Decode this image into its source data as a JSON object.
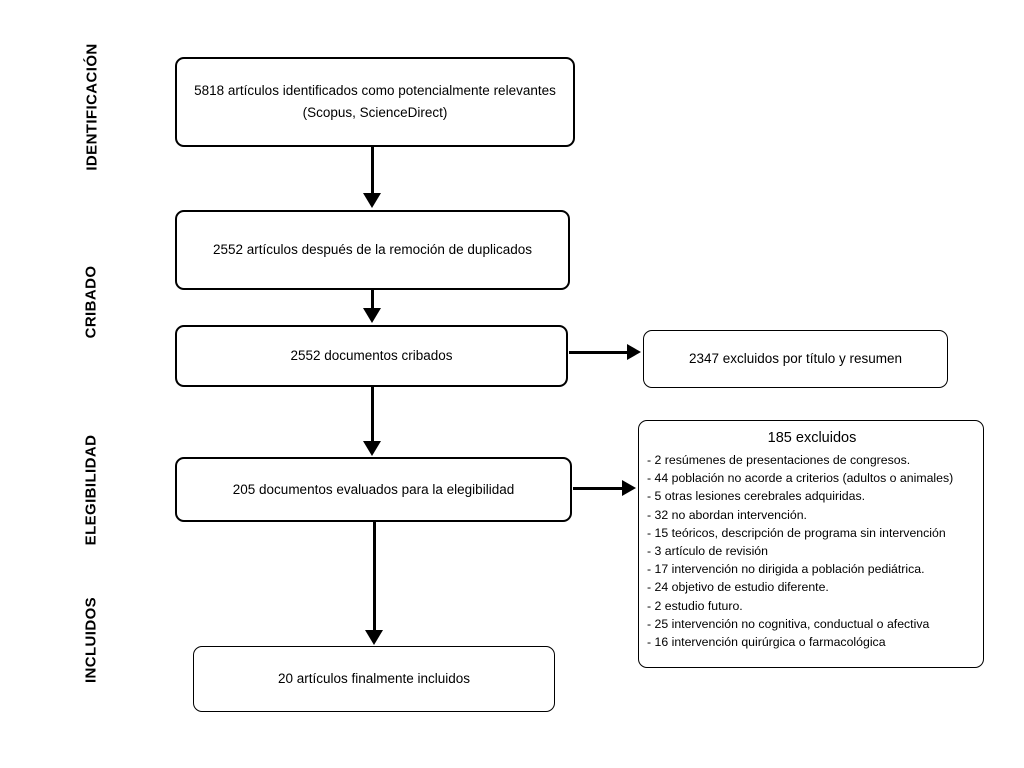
{
  "diagram": {
    "stages": {
      "identification": "IDENTIFICACIÓN",
      "screening": "CRIBADO",
      "eligibility": "ELEGIBILIDAD",
      "included": "INCLUIDOS"
    },
    "boxes": {
      "identified": {
        "line1": "5818 artículos identificados como potencialmente relevantes",
        "line2": "(Scopus, ScienceDirect)"
      },
      "deduplicated": "2552 artículos después de la remoción de duplicados",
      "screened": "2552 documentos cribados",
      "excluded_title_abstract": "2347 excluidos por título y resumen",
      "assessed": "205 documentos evaluados para la elegibilidad",
      "included_final": "20 artículos finalmente incluidos",
      "excluded_eligibility": {
        "title": "185 excluidos",
        "items": [
          "- 2 resúmenes de presentaciones de congresos.",
          "- 44 población no acorde a criterios (adultos o animales)",
          "- 5 otras lesiones cerebrales adquiridas.",
          "- 32 no abordan intervención.",
          "- 15 teóricos, descripción de programa sin intervención",
          "- 3 artículo de revisión",
          "- 17 intervención no dirigida a población pediátrica.",
          "- 24 objetivo de estudio diferente.",
          "- 2 estudio futuro.",
          "- 25 intervención no cognitiva, conductual o afectiva",
          "- 16 intervención quirúrgica o farmacológica"
        ]
      }
    },
    "colors": {
      "line": "#000000",
      "background": "#ffffff",
      "text": "#000000"
    }
  }
}
